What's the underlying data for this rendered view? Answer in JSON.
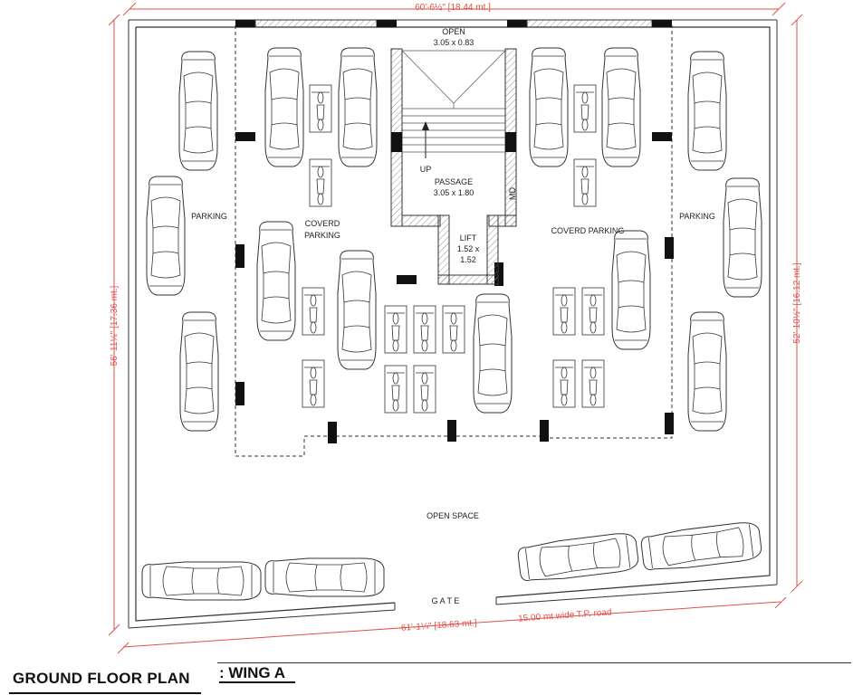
{
  "dimensions": {
    "top": "60'-6½\" [18.44 mt.]",
    "left": "56'-11¼\" [17.36 mt.]",
    "right": "52'-10½\" [16.12 mt.]",
    "bottom": "61'-1¼\" [18.63 mt.]",
    "road": "15.00 mt wide T.P. road"
  },
  "labels": {
    "open_title": "OPEN",
    "open_size": "3.05 x 0.83",
    "up": "UP",
    "passage_title": "PASSAGE",
    "passage_size": "3.05 x 1.80",
    "md": "MD",
    "lift_title": "LIFT",
    "lift_size_1": "1.52 x",
    "lift_size_2": "1.52",
    "parking_left": "PARKING",
    "parking_right": "PARKING",
    "covered_left_1": "COVERD",
    "covered_left_2": "PARKING",
    "covered_right": "COVERD PARKING",
    "open_space": "OPEN SPACE",
    "gate": "G A T E"
  },
  "title": {
    "main": "GROUND FLOOR PLAN",
    "wing": ": WING A"
  }
}
